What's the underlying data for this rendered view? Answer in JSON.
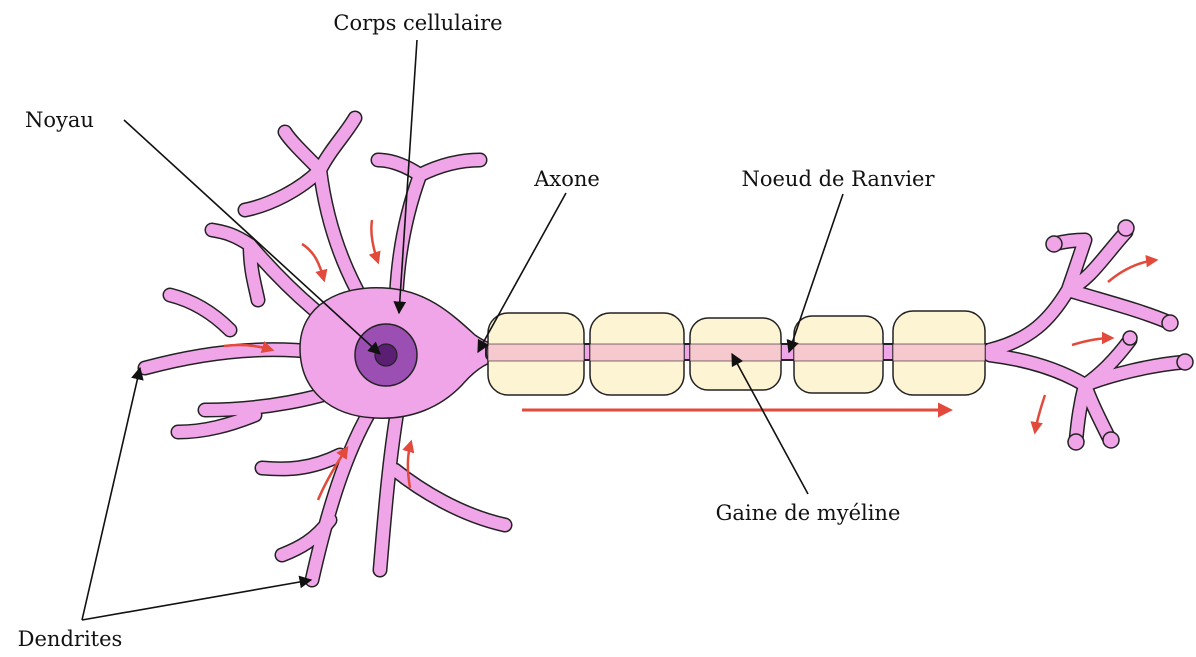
{
  "labels": {
    "cell_body": "Corps cellulaire",
    "nucleus": "Noyau",
    "axon": "Axone",
    "node_of_ranvier": "Noeud de Ranvier",
    "myelin_sheath": "Gaine de myéline",
    "dendrites": "Dendrites"
  },
  "colors": {
    "neuron_fill": "#f0a5e8",
    "outline": "#222222",
    "nucleus_outer": "#9b4fb3",
    "nucleus_inner": "#5a1f72",
    "myelin_fill": "#fdf4d3",
    "axon_core": "#f6c9cf",
    "signal_arrow": "#e24a3b",
    "leader_line": "#111111"
  }
}
